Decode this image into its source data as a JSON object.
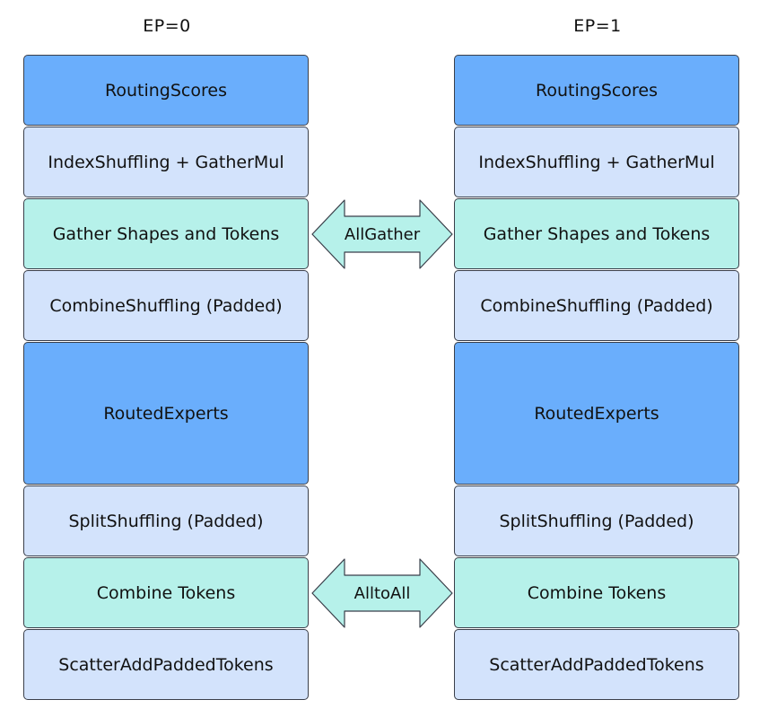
{
  "columns": [
    {
      "title": "EP=0",
      "blocks": [
        {
          "label": "RoutingScores",
          "kind": "compute"
        },
        {
          "label": "IndexShuffling + GatherMul",
          "kind": "shuffle"
        },
        {
          "label": "Gather Shapes and Tokens",
          "kind": "comm"
        },
        {
          "label": "CombineShuffling (Padded)",
          "kind": "shuffle"
        },
        {
          "label": "RoutedExperts",
          "kind": "compute"
        },
        {
          "label": "SplitShuffling (Padded)",
          "kind": "shuffle"
        },
        {
          "label": "Combine Tokens",
          "kind": "comm"
        },
        {
          "label": "ScatterAddPaddedTokens",
          "kind": "shuffle"
        }
      ]
    },
    {
      "title": "EP=1",
      "blocks": [
        {
          "label": "RoutingScores",
          "kind": "compute"
        },
        {
          "label": "IndexShuffling + GatherMul",
          "kind": "shuffle"
        },
        {
          "label": "Gather Shapes and Tokens",
          "kind": "comm"
        },
        {
          "label": "CombineShuffling (Padded)",
          "kind": "shuffle"
        },
        {
          "label": "RoutedExperts",
          "kind": "compute"
        },
        {
          "label": "SplitShuffling (Padded)",
          "kind": "shuffle"
        },
        {
          "label": "Combine Tokens",
          "kind": "comm"
        },
        {
          "label": "ScatterAddPaddedTokens",
          "kind": "shuffle"
        }
      ]
    }
  ],
  "connectors": [
    {
      "label": "AllGather"
    },
    {
      "label": "AlltoAll"
    }
  ],
  "colors": {
    "compute": "#6aaefc",
    "shuffle": "#d3e3fc",
    "comm": "#b6f1ea",
    "border": "#3a3f4a"
  }
}
